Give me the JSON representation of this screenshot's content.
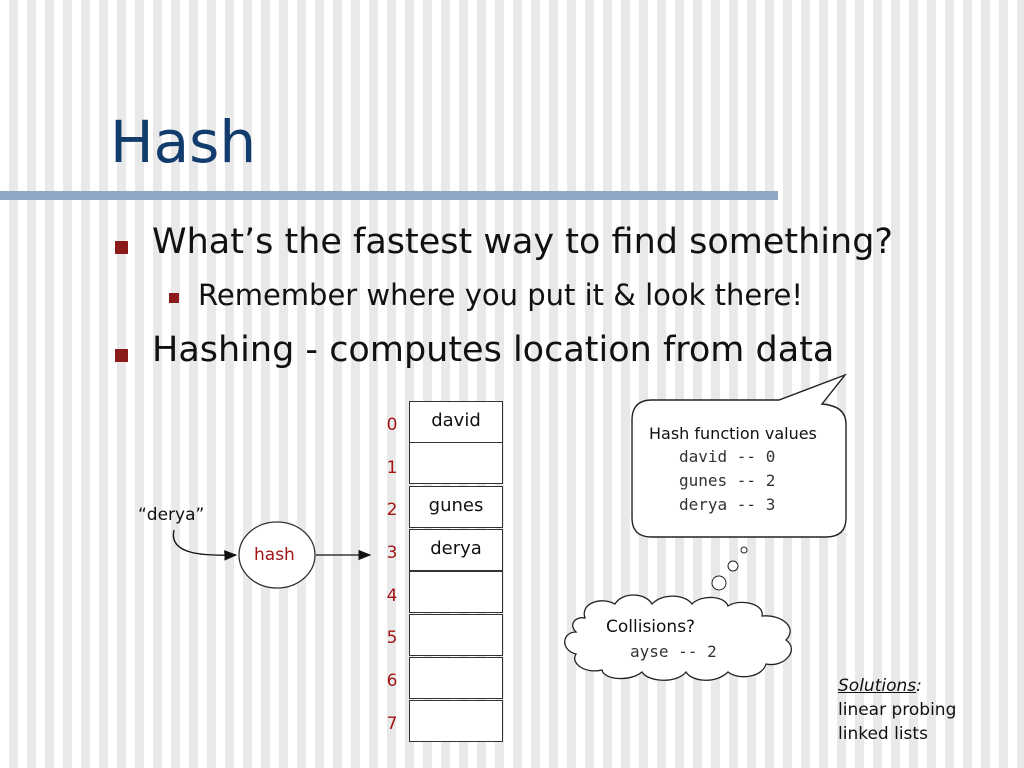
{
  "slide": {
    "title": "Hash",
    "bullets": [
      "What’s the fastest way to find something?",
      "Remember where you put it & look there!",
      "Hashing - computes location from data"
    ]
  },
  "diagram": {
    "input_label": "“derya”",
    "hash_label": "hash",
    "table": {
      "indices": [
        "0",
        "1",
        "2",
        "3",
        "4",
        "5",
        "6",
        "7"
      ],
      "cells": [
        "david",
        "",
        "gunes",
        "derya",
        "",
        "",
        "",
        ""
      ]
    },
    "hash_function": {
      "title": "Hash function values",
      "lines": [
        "david -- 0",
        "gunes -- 2",
        "derya -- 3"
      ]
    },
    "collisions": {
      "title": "Collisions?",
      "line": "ayse -- 2"
    },
    "solutions": {
      "heading": "Solutions",
      "colon": ":",
      "items": [
        "linear probing",
        "linked lists"
      ]
    }
  },
  "colors": {
    "title": "#123c6d",
    "rule": "#8ea8c6",
    "bullet": "#8b1a1a",
    "index": "#a31515"
  }
}
